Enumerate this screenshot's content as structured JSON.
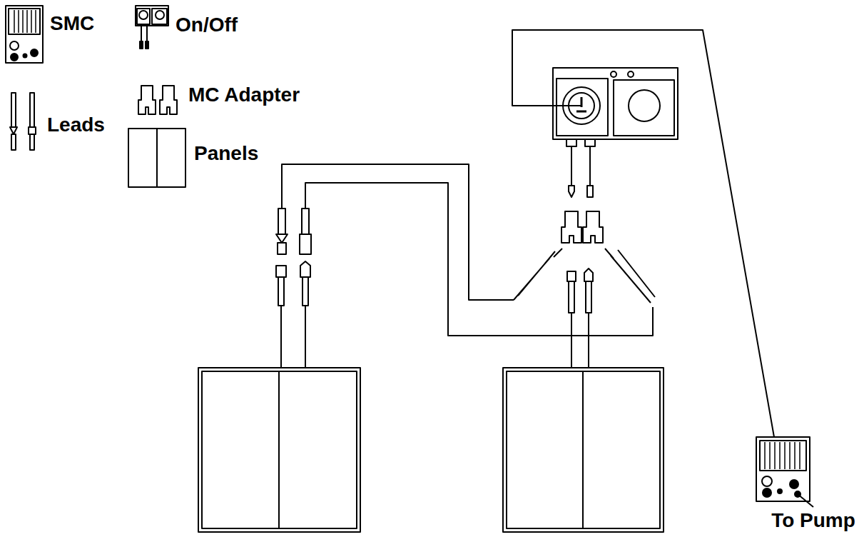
{
  "diagram": {
    "labels": [
      "SMC",
      "On/Off",
      "MC Adapter",
      "Leads",
      "Panels",
      "To Pump"
    ]
  }
}
